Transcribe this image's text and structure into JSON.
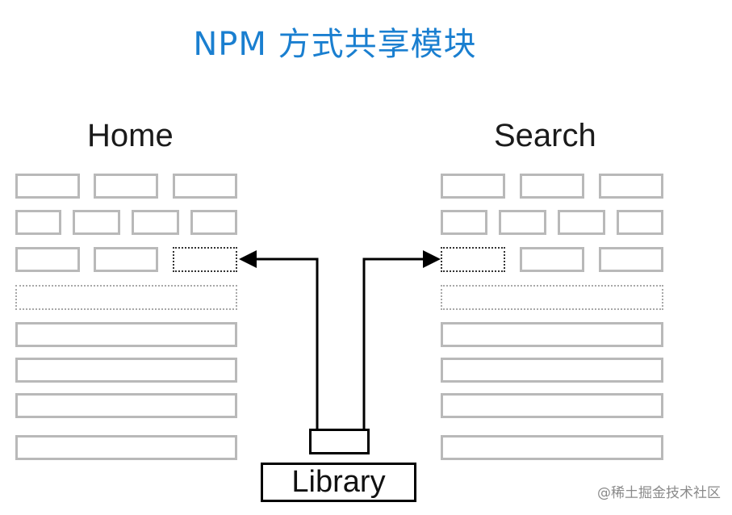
{
  "title": "NPM 方式共享模块",
  "columns": {
    "home": {
      "label": "Home"
    },
    "search": {
      "label": "Search"
    }
  },
  "library": {
    "label": "Library"
  },
  "watermark": "@稀土掘金技术社区",
  "colors": {
    "title": "#1a7fd0",
    "box_border": "#b9b9b9",
    "shared_slot_border": "#333333",
    "connector": "#000000"
  }
}
